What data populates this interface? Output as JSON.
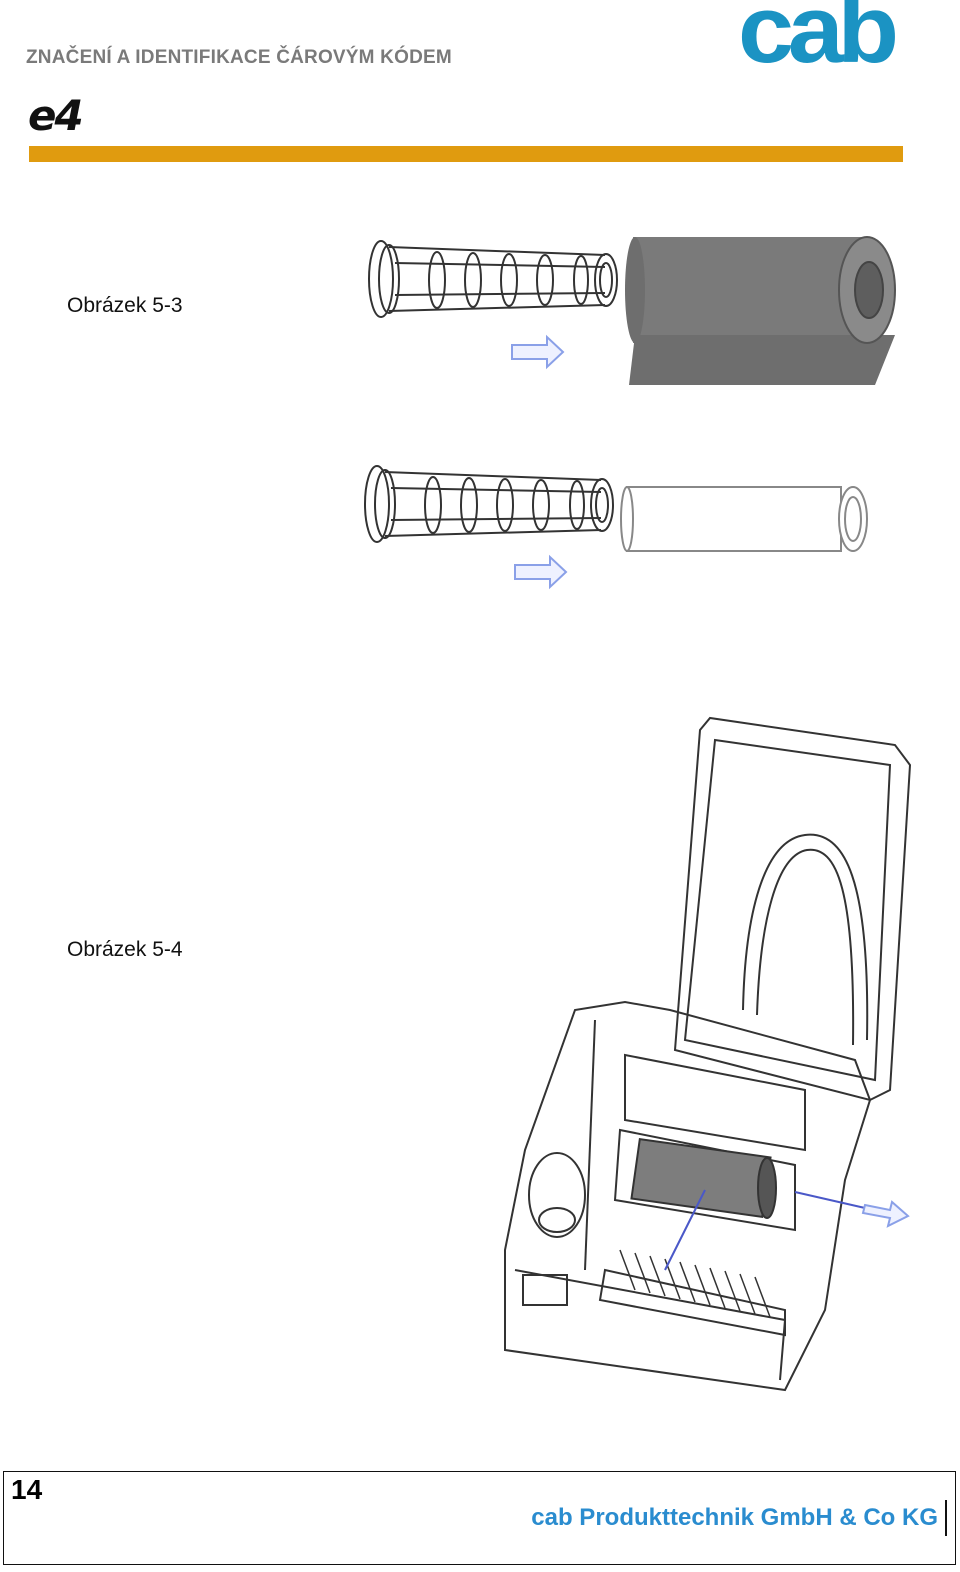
{
  "header": {
    "title": "ZNAČENÍ A IDENTIFIKACE ČÁROVÝM KÓDEM",
    "logo_text": "cab",
    "model": "e4"
  },
  "figures": [
    {
      "caption": "Obrázek 5-3"
    },
    {
      "caption": "Obrázek 5-4"
    }
  ],
  "footer": {
    "page_number": "14",
    "company": "cab Produkttechnik GmbH & Co KG"
  },
  "colors": {
    "accent_orange": "#e09b0f",
    "brand_blue": "#1b93c3",
    "footer_blue": "#2a8ccf",
    "arrow_blue": "#8aa0e8",
    "ribbon_gray": "#7a7a7a"
  }
}
